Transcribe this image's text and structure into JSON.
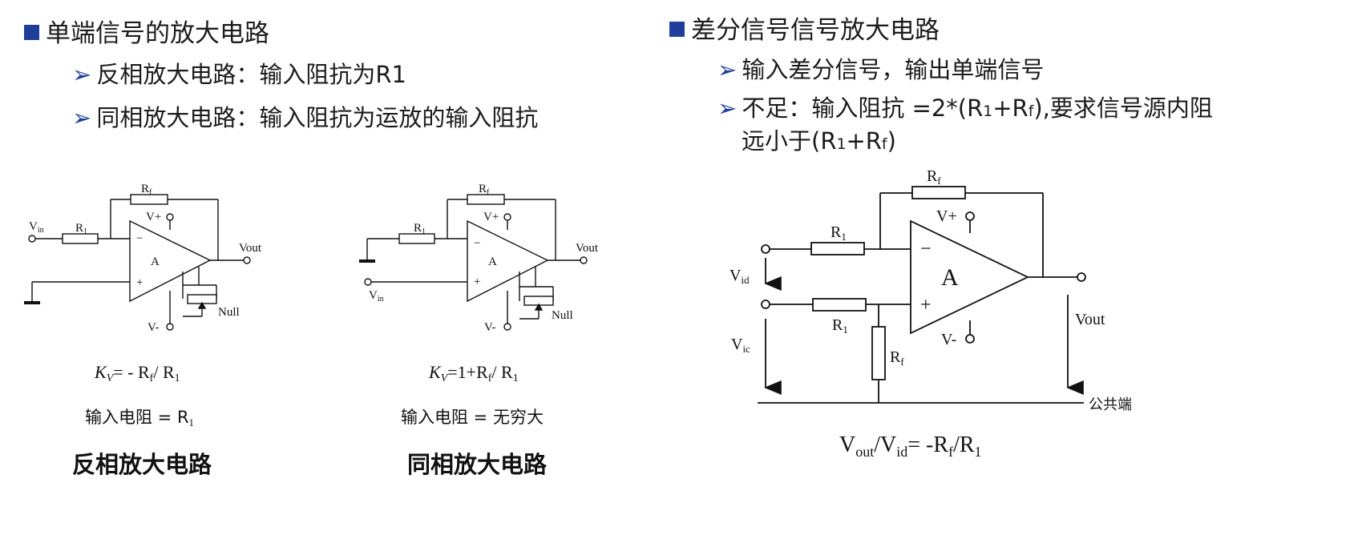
{
  "left": {
    "heading": "单端信号的放大电路",
    "bullets": [
      "反相放大电路：输入阻抗为R1",
      "同相放大电路：输入阻抗为运放的输入阻抗"
    ],
    "inverting": {
      "kv": "K",
      "kv_sub": "V",
      "kv_expr": "= - R",
      "kv_f": "f",
      "kv_mid": "/ R",
      "kv_1": "1",
      "input_res": "输入电阻 = R",
      "input_res_sub": "1",
      "caption": "反相放大电路"
    },
    "noninverting": {
      "kv": "K",
      "kv_sub": "V",
      "kv_expr": "=1+R",
      "kv_f": "f",
      "kv_mid": "/ R",
      "kv_1": "1",
      "input_res": "输入电阻 = 无穷大",
      "caption": "同相放大电路"
    },
    "labels": {
      "vin": "V",
      "vin_sub": "in",
      "r1": "R",
      "r1_sub": "1",
      "rf": "R",
      "rf_sub": "f",
      "vplus": "V+",
      "vminus": "V-",
      "a": "A",
      "minus": "−",
      "plus": "+",
      "vout": "Vout",
      "null": "Null"
    }
  },
  "right": {
    "heading": "差分信号信号放大电路",
    "bullets": [
      "输入差分信号，输出单端信号"
    ],
    "bullet2_a": "不足：输入阻抗 =2*(R",
    "bullet2_b": "+R",
    "bullet2_c": "),要求信号源内阻",
    "bullet2_line2_a": "远小于(R",
    "bullet2_line2_b": "+R",
    "bullet2_line2_c": ")",
    "sub_1": "1",
    "sub_f": "f",
    "diagram": {
      "rf": "R",
      "rf_sub": "f",
      "r1": "R",
      "r1_sub": "1",
      "vplus": "V+",
      "vminus": "V-",
      "a": "A",
      "minus": "−",
      "plus": "+",
      "vid": "V",
      "vid_sub": "id",
      "vic": "V",
      "vic_sub": "ic",
      "vout": "Vout",
      "common": "公共端"
    },
    "formula": {
      "v1": "V",
      "out": "out",
      "slash": "/V",
      "id": "id",
      "eq": "= -R",
      "f": "f",
      "r": "/R",
      "one": "1"
    }
  }
}
